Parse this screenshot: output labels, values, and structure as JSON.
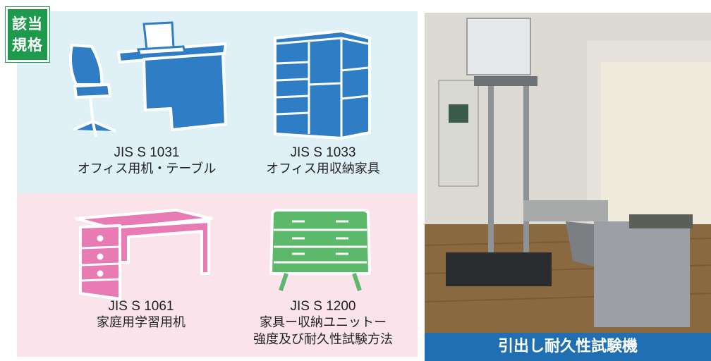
{
  "badge": {
    "line1": "該当",
    "line2": "規格"
  },
  "standards": [
    {
      "code": "JIS S 1031",
      "name": "オフィス用机・テーブル",
      "icon": "office-desk-chair-icon"
    },
    {
      "code": "JIS S 1033",
      "name": "オフィス用収納家具",
      "icon": "office-cabinet-icon"
    },
    {
      "code": "JIS S 1061",
      "name": "家庭用学習用机",
      "icon": "study-desk-icon"
    },
    {
      "code": "JIS S 1200",
      "name1": "家具ー収納ユニットー",
      "name2": "強度及び耐久性試験方法",
      "icon": "drawer-chest-icon"
    }
  ],
  "photo": {
    "caption": "引出し耐久性試験機",
    "icon": "drawer-durability-tester-photo"
  },
  "colors": {
    "top_bg": "#dff0f7",
    "bottom_bg": "#fbe3ec",
    "blue_icon": "#2f7ec5",
    "pink_icon": "#e87bb3",
    "green_icon": "#5cb86a",
    "badge": "#1e9a4d",
    "caption_bg": "#1f6fb2"
  }
}
